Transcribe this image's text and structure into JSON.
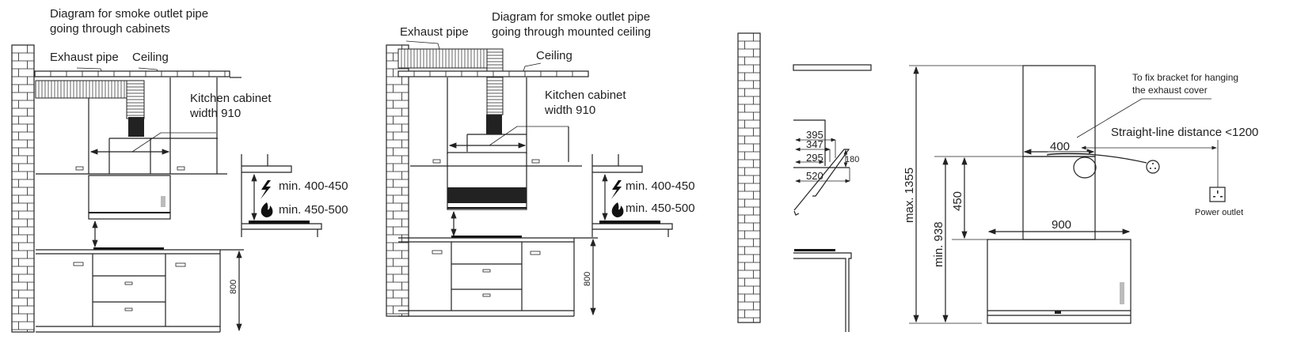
{
  "panel1": {
    "title_line1": "Diagram for smoke outlet pipe",
    "title_line2": "going through cabinets",
    "exhaust_pipe": "Exhaust pipe",
    "ceiling": "Ceiling",
    "cabinet_line1": "Kitchen cabinet",
    "cabinet_line2": "width 910",
    "height_dim": "800",
    "electric_min": "min. 400-450",
    "gas_min": "min. 450-500"
  },
  "panel2": {
    "title_line1": "Diagram for smoke outlet pipe",
    "title_line2": "going through mounted ceiling",
    "exhaust_pipe": "Exhaust pipe",
    "ceiling": "Ceiling",
    "cabinet_line1": "Kitchen cabinet",
    "cabinet_line2": "width 910",
    "height_dim": "800",
    "electric_min": "min. 400-450",
    "gas_min": "min. 450-500"
  },
  "panel3": {
    "dims": [
      "395",
      "347",
      "295",
      "520",
      "180"
    ]
  },
  "panel4": {
    "max_height": "max. 1355",
    "min_height": "min. 938",
    "chimney_lower": "450",
    "chimney_width": "400",
    "hood_width": "900",
    "bracket_line1": "To fix bracket for hanging",
    "bracket_line2": "the exhaust cover",
    "distance": "Straight-line distance <1200",
    "power_outlet": "Power outlet"
  },
  "icons": [
    "lightning-icon",
    "flame-icon",
    "power-outlet-icon",
    "plug-icon"
  ]
}
